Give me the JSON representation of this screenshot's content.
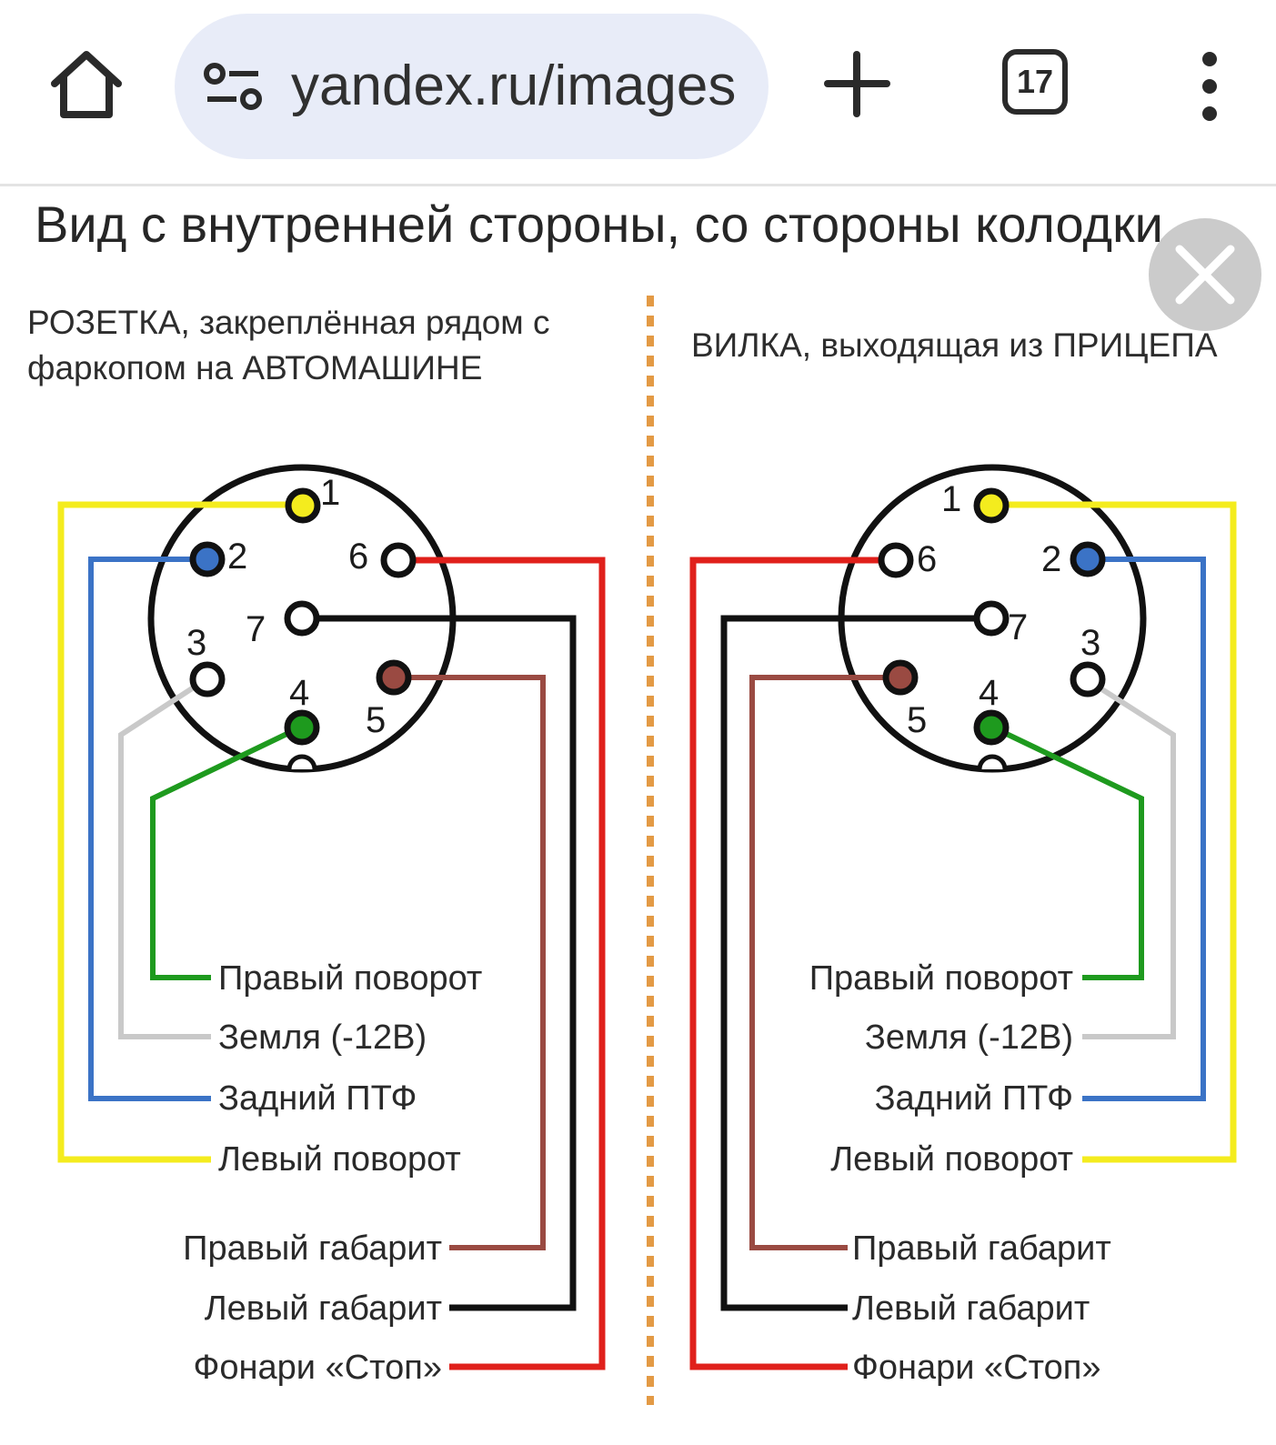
{
  "browser": {
    "url": "yandex.ru/images",
    "tab_count": "17",
    "icons": [
      "home-icon",
      "site-settings-icon",
      "new-tab-icon",
      "tabs-icon",
      "more-menu-icon",
      "close-icon"
    ]
  },
  "content": {
    "heading": "Вид с внутренней стороны, со стороны колодки",
    "left_subtitle_line1": "РОЗЕТКА, закреплённая рядом с",
    "left_subtitle_line2": "фаркопом на АВТОМАШИНЕ",
    "right_subtitle": "ВИЛКА, выходящая из ПРИЦЕПА"
  },
  "pins": {
    "p1": "1",
    "p2": "2",
    "p3": "3",
    "p4": "4",
    "p5": "5",
    "p6": "6",
    "p7": "7"
  },
  "wires": {
    "right_turn": "Правый поворот",
    "ground": "Земля (-12В)",
    "rear_fog": "Задний ПТФ",
    "left_turn": "Левый поворот",
    "right_marker": "Правый габарит",
    "left_marker": "Левый габарит",
    "stop_lights": "Фонари «Стоп»"
  },
  "colors": {
    "yellow": "#f4ec1e",
    "blue": "#3b73c6",
    "gray": "#c9c9c9",
    "green": "#1e9a1e",
    "brown": "#9a4a42",
    "red": "#e0201b",
    "black": "#111111",
    "divider": "#e39a45"
  }
}
